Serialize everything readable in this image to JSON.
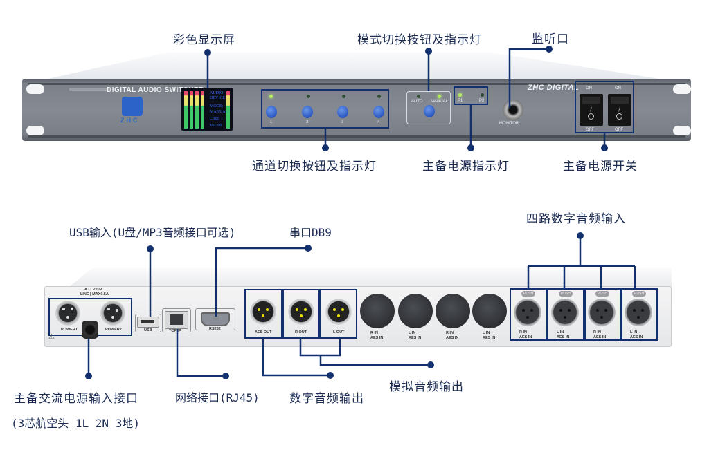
{
  "front_panel": {
    "brand_left": "DIGITAL AUDIO SWITCHER",
    "brand_right": "ZHC DIGITAL",
    "logo_text": "ZHC",
    "lcd_lines": [
      "AUDIO",
      "DEVICE",
      "MODE:",
      "MANUAL",
      "Chan: 1",
      "Vol: 00"
    ],
    "channel_buttons": [
      {
        "label": "1",
        "led_on": true
      },
      {
        "label": "2",
        "led_on": false
      },
      {
        "label": "3",
        "led_on": false
      },
      {
        "label": "4",
        "led_on": false
      }
    ],
    "mode": {
      "auto_label": "AUTO",
      "manual_label": "MANUAL",
      "auto_led_on": false,
      "manual_led_on": true
    },
    "power_leds": [
      {
        "label": "P1",
        "on": true
      },
      {
        "label": "P2",
        "on": false
      }
    ],
    "monitor_label": "MONITOR",
    "switches": [
      {
        "on_label": "ON",
        "off_label": "OFF"
      },
      {
        "on_label": "ON",
        "off_label": "OFF"
      }
    ]
  },
  "rear_panel": {
    "ac_label": "A.C. 220V",
    "line_label": "LINE | MAX0.5A",
    "power_labels": [
      "POWER1",
      "POWER2"
    ],
    "usb_label": "USB",
    "tcpip_label": "TCP/IP",
    "rs232_label": "RS232",
    "outputs": [
      "AES OUT",
      "R OUT",
      "L OUT"
    ],
    "blank_ports": [
      {
        "line1": "R IN",
        "line2": "AES IN"
      },
      {
        "line1": "L IN",
        "line2": "AES IN"
      },
      {
        "line1": "R IN",
        "line2": "AES IN"
      },
      {
        "line1": "L IN",
        "line2": "AES IN"
      }
    ],
    "digital_inputs": [
      {
        "push": "PUSH",
        "line1": "R IN",
        "line2": "AES IN"
      },
      {
        "push": "PUSH",
        "line1": "L IN",
        "line2": "AES IN"
      },
      {
        "push": "PUSH",
        "line1": "R IN",
        "line2": "AES IN"
      },
      {
        "push": "PUSH",
        "line1": "L IN",
        "line2": "AES IN"
      }
    ]
  },
  "callouts": {
    "color_display": "彩色显示屏",
    "mode_switch": "模式切换按钮及指示灯",
    "monitor_port": "监听口",
    "channel_switch": "通道切换按钮及指示灯",
    "power_indicator": "主备电源指示灯",
    "power_switch": "主备电源开关",
    "usb_input": "USB输入(U盘/MP3音频接口可选)",
    "serial_port": "串口DB9",
    "four_digital_inputs": "四路数字音频输入",
    "ac_power_input": "主备交流电源输入接口",
    "ac_power_input_note": "(3芯航空头 1L 2N 3地)",
    "network_port": "网络接口(RJ45)",
    "digital_output": "数字音频输出",
    "analog_output": "模拟音频输出"
  },
  "accent_color": "#12306e"
}
